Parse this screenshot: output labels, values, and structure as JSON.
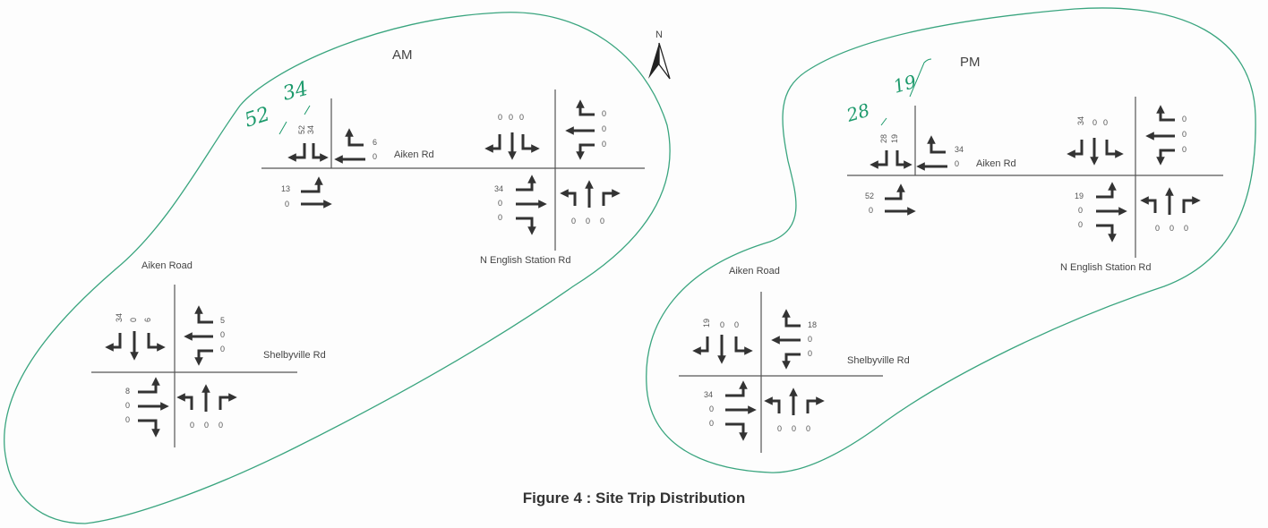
{
  "caption": "Figure 4 : Site Trip Distribution",
  "north_label": "N",
  "colors": {
    "ink": "#3a3a3a",
    "line": "#555555",
    "handwriting": "#1d9a6c",
    "loop": "#3aa57f"
  },
  "am": {
    "period_label": "AM",
    "handwritten": {
      "first": "52",
      "second": "34"
    },
    "aiken_site": {
      "road_label": "Aiken Rd",
      "sb_numbers": [
        "52",
        "34"
      ],
      "wb_numbers": [
        "6",
        "0"
      ],
      "eb_numbers": [
        "13",
        "0"
      ]
    },
    "english_station": {
      "road_label": "N English Station Rd",
      "sb_numbers": [
        "0",
        "0",
        "0"
      ],
      "wb_numbers": [
        "0",
        "0",
        "0"
      ],
      "eb_numbers": [
        "34",
        "0",
        "0"
      ],
      "nb_numbers": [
        "0",
        "0",
        "0"
      ]
    },
    "shelbyville": {
      "road_label_ns": "Aiken Road",
      "road_label_ew": "Shelbyville Rd",
      "sb_numbers": [
        "34",
        "0",
        "6"
      ],
      "wb_numbers": [
        "5",
        "0",
        "0"
      ],
      "eb_numbers": [
        "8",
        "0",
        "0"
      ],
      "nb_numbers": [
        "0",
        "0",
        "0"
      ]
    }
  },
  "pm": {
    "period_label": "PM",
    "handwritten": {
      "first": "28",
      "second": "19"
    },
    "aiken_site": {
      "road_label": "Aiken Rd",
      "sb_numbers": [
        "28",
        "19"
      ],
      "wb_numbers": [
        "34",
        "0"
      ],
      "eb_numbers": [
        "52",
        "0"
      ]
    },
    "english_station": {
      "road_label": "N English Station Rd",
      "sb_numbers": [
        "34",
        "0",
        "0"
      ],
      "wb_numbers": [
        "0",
        "0",
        "0"
      ],
      "eb_numbers": [
        "19",
        "0",
        "0"
      ],
      "nb_numbers": [
        "0",
        "0",
        "0"
      ]
    },
    "shelbyville": {
      "road_label_ns": "Aiken Road",
      "road_label_ew": "Shelbyville Rd",
      "sb_numbers": [
        "19",
        "0",
        "0"
      ],
      "wb_numbers": [
        "18",
        "0",
        "0"
      ],
      "eb_numbers": [
        "34",
        "0",
        "0"
      ],
      "nb_numbers": [
        "0",
        "0",
        "0"
      ]
    }
  }
}
